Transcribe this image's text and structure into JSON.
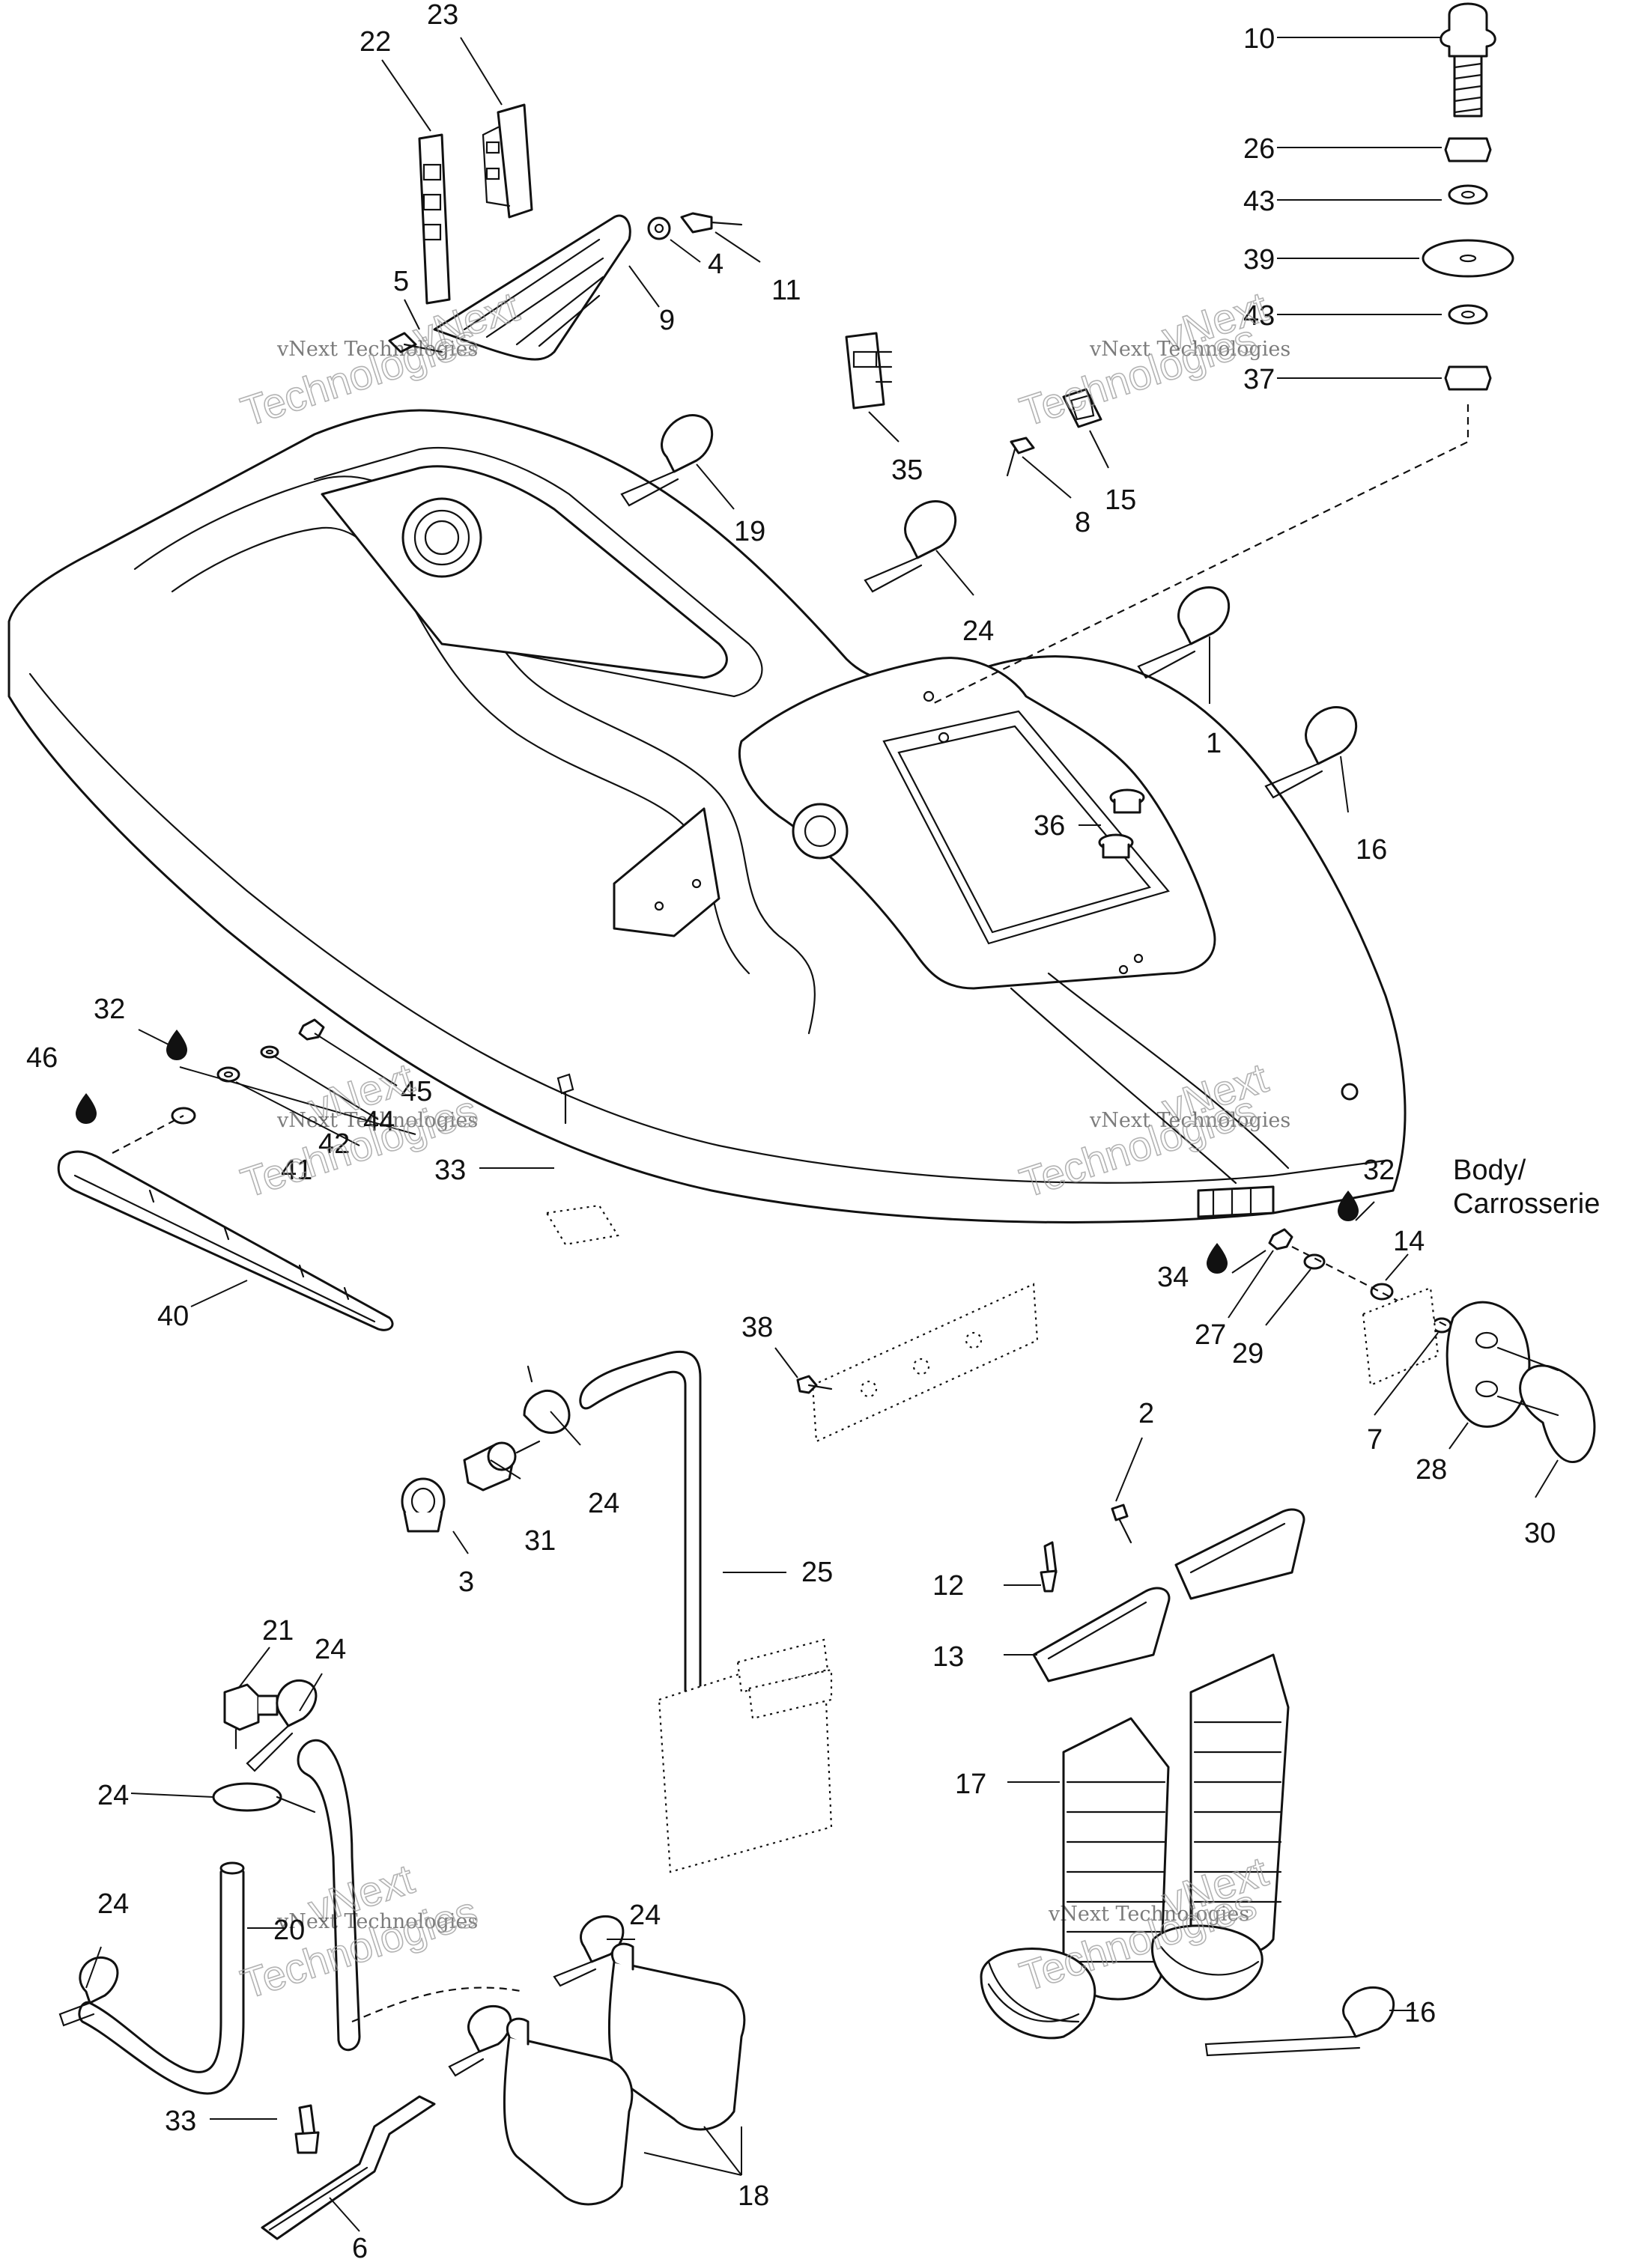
{
  "caption": [
    "Body/",
    "Carrosserie"
  ],
  "watermark": {
    "line1": "vNext Technologies",
    "line2": "Technologies",
    "line3": "vNext"
  },
  "callouts": [
    {
      "id": "10",
      "text": "10"
    },
    {
      "id": "26",
      "text": "26"
    },
    {
      "id": "43a",
      "text": "43"
    },
    {
      "id": "39",
      "text": "39"
    },
    {
      "id": "43b",
      "text": "43"
    },
    {
      "id": "37",
      "text": "37"
    },
    {
      "id": "22",
      "text": "22"
    },
    {
      "id": "23",
      "text": "23"
    },
    {
      "id": "11",
      "text": "11"
    },
    {
      "id": "4",
      "text": "4"
    },
    {
      "id": "5",
      "text": "5"
    },
    {
      "id": "9",
      "text": "9"
    },
    {
      "id": "35",
      "text": "35"
    },
    {
      "id": "15",
      "text": "15"
    },
    {
      "id": "8",
      "text": "8"
    },
    {
      "id": "19",
      "text": "19"
    },
    {
      "id": "24a",
      "text": "24"
    },
    {
      "id": "1",
      "text": "1"
    },
    {
      "id": "16a",
      "text": "16"
    },
    {
      "id": "36",
      "text": "36"
    },
    {
      "id": "32a",
      "text": "32"
    },
    {
      "id": "46",
      "text": "46"
    },
    {
      "id": "45",
      "text": "45"
    },
    {
      "id": "44",
      "text": "44"
    },
    {
      "id": "42",
      "text": "42"
    },
    {
      "id": "41",
      "text": "41"
    },
    {
      "id": "33a",
      "text": "33"
    },
    {
      "id": "40",
      "text": "40"
    },
    {
      "id": "32b",
      "text": "32"
    },
    {
      "id": "14",
      "text": "14"
    },
    {
      "id": "34",
      "text": "34"
    },
    {
      "id": "27",
      "text": "27"
    },
    {
      "id": "29",
      "text": "29"
    },
    {
      "id": "7",
      "text": "7"
    },
    {
      "id": "28",
      "text": "28"
    },
    {
      "id": "30",
      "text": "30"
    },
    {
      "id": "38",
      "text": "38"
    },
    {
      "id": "24b",
      "text": "24"
    },
    {
      "id": "31",
      "text": "31"
    },
    {
      "id": "3",
      "text": "3"
    },
    {
      "id": "25",
      "text": "25"
    },
    {
      "id": "2",
      "text": "2"
    },
    {
      "id": "12",
      "text": "12"
    },
    {
      "id": "13",
      "text": "13"
    },
    {
      "id": "21",
      "text": "21"
    },
    {
      "id": "24c",
      "text": "24"
    },
    {
      "id": "24d",
      "text": "24"
    },
    {
      "id": "17",
      "text": "17"
    },
    {
      "id": "24e",
      "text": "24"
    },
    {
      "id": "20",
      "text": "20"
    },
    {
      "id": "24f",
      "text": "24"
    },
    {
      "id": "16b",
      "text": "16"
    },
    {
      "id": "33b",
      "text": "33"
    },
    {
      "id": "18",
      "text": "18"
    },
    {
      "id": "6",
      "text": "6"
    }
  ]
}
